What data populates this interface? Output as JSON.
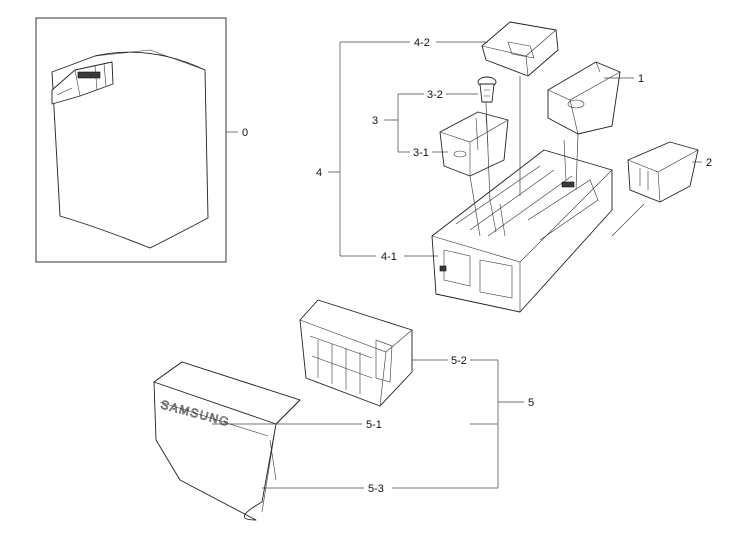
{
  "callouts": {
    "c0": "0",
    "c1": "1",
    "c2": "2",
    "c3": "3",
    "c3_1": "3-1",
    "c3_2": "3-2",
    "c4": "4",
    "c4_1": "4-1",
    "c4_2": "4-2",
    "c5": "5",
    "c5_1": "5-1",
    "c5_2": "5-2",
    "c5_3": "5-3"
  },
  "brand_text": "SAMSUNG"
}
